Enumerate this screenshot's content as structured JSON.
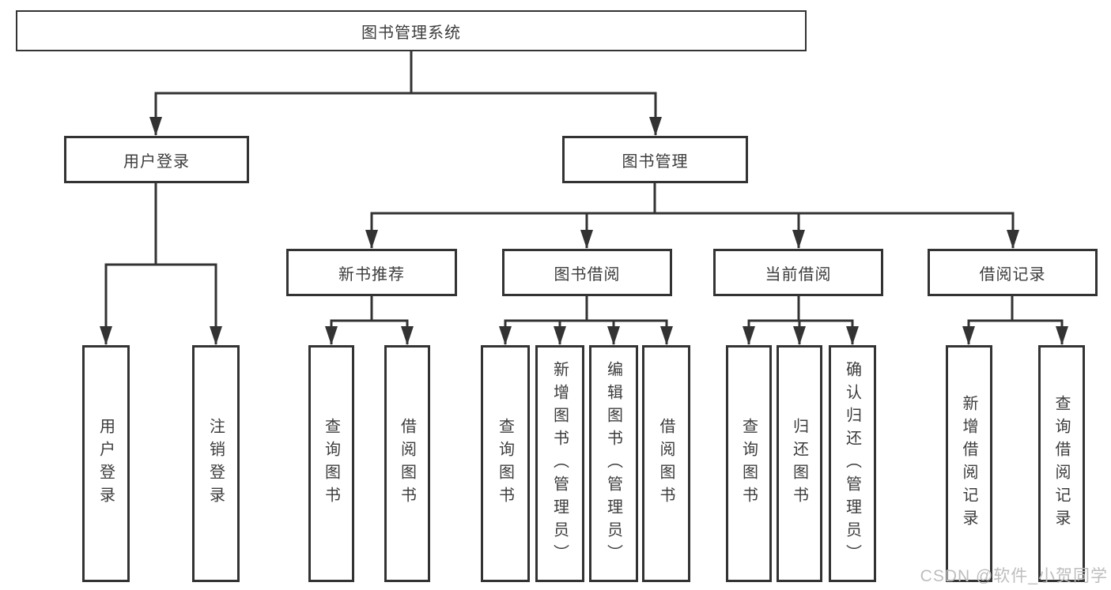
{
  "colors": {
    "line": "#333333",
    "text": "#3c3c3c",
    "box_fill": "#ffffff",
    "background": "#ffffff",
    "watermark": "#bdbdbd"
  },
  "watermark": {
    "text": "CSDN @软件_小贺同学"
  },
  "tree": {
    "root": {
      "label": "图书管理系统",
      "children": [
        {
          "label": "用户登录",
          "children": [
            {
              "label": "用户登录"
            },
            {
              "label": "注销登录"
            }
          ]
        },
        {
          "label": "图书管理",
          "children": [
            {
              "label": "新书推荐",
              "children": [
                {
                  "label": "查询图书"
                },
                {
                  "label": "借阅图书"
                }
              ]
            },
            {
              "label": "图书借阅",
              "children": [
                {
                  "label": "查询图书"
                },
                {
                  "label": "新增图书（管理员）"
                },
                {
                  "label": "编辑图书（管理员）"
                },
                {
                  "label": "借阅图书"
                }
              ]
            },
            {
              "label": "当前借阅",
              "children": [
                {
                  "label": "查询图书"
                },
                {
                  "label": "归还图书"
                },
                {
                  "label": "确认归还（管理员）"
                }
              ]
            },
            {
              "label": "借阅记录",
              "children": [
                {
                  "label": "新增借阅记录"
                },
                {
                  "label": "查询借阅记录"
                }
              ]
            }
          ]
        }
      ]
    }
  }
}
